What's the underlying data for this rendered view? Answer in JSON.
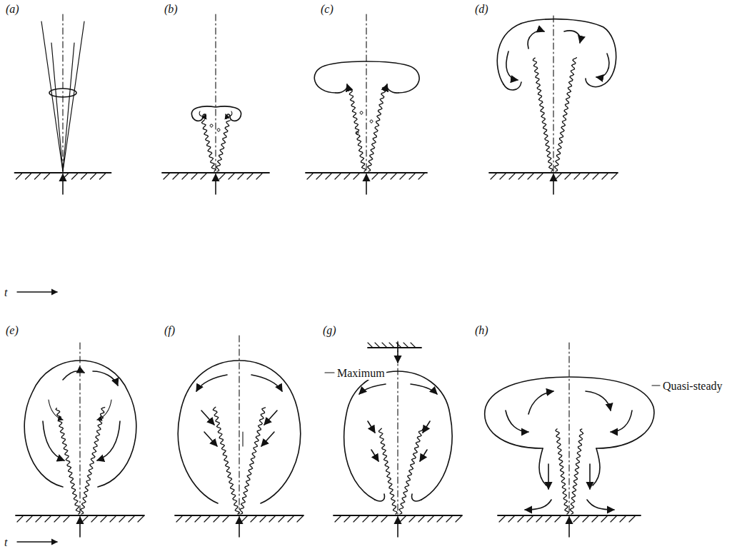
{
  "diagram": {
    "labels": [
      "(a)",
      "(b)",
      "(c)",
      "(d)",
      "t",
      "(e)",
      "(f)",
      "(g)",
      "(h)",
      "Maximum",
      "Quasi-steady",
      "t"
    ]
  }
}
